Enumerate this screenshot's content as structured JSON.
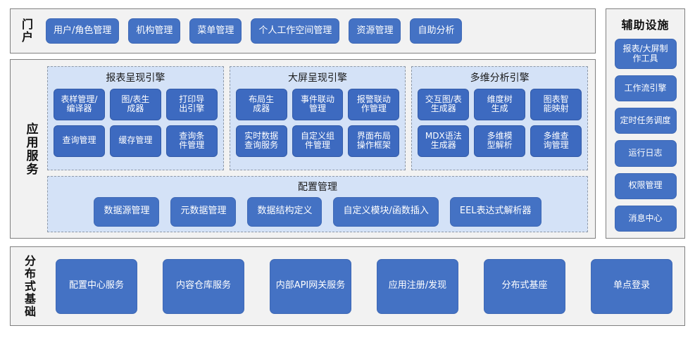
{
  "portal": {
    "label": "门户",
    "items": [
      "用户/角色管理",
      "机构管理",
      "菜单管理",
      "个人工作空间管理",
      "资源管理",
      "自助分析"
    ]
  },
  "aux": {
    "title": "辅助设施",
    "items": [
      "报表/大屏制\n作工具",
      "工作流引擎",
      "定时任务调度",
      "运行日志",
      "权限管理",
      "消息中心"
    ]
  },
  "app_service": {
    "label": "应用服务",
    "engines": [
      {
        "title": "报表呈现引擎",
        "items": [
          "表样管理/\n编译器",
          "图/表生\n成器",
          "打印导\n出引擎",
          "查询管理",
          "缓存管理",
          "查询条\n件管理"
        ]
      },
      {
        "title": "大屏呈现引擎",
        "items": [
          "布局生\n成器",
          "事件联动\n管理",
          "报警联动\n作管理",
          "实时数据\n查询服务",
          "自定义组\n件管理",
          "界面布局\n操作框架"
        ]
      },
      {
        "title": "多维分析引擎",
        "items": [
          "交互图/表\n生成器",
          "维度树\n生成",
          "图表智\n能映射",
          "MDX语法\n生成器",
          "多维模\n型解析",
          "多维查\n询管理"
        ]
      }
    ],
    "config": {
      "title": "配置管理",
      "items": [
        "数据源管理",
        "元数据管理",
        "数据结构定义",
        "自定义模块/函数插入",
        "EEL表达式解析器"
      ]
    }
  },
  "infrastructure": {
    "label": "分布式基础",
    "items": [
      "配置中心服务",
      "内容仓库服务",
      "内部API网关服务",
      "应用注册/发现",
      "分布式基座",
      "单点登录"
    ]
  },
  "colors": {
    "button_blue": "#4472C4",
    "inner_button_blue": "#3D6AC0",
    "panel_light_blue": "#D4E2F7",
    "band_gray": "#F2F2F2",
    "band_border": "#808080",
    "dashed_border": "#8E99A8",
    "text_dark": "#111111",
    "button_text": "#FFFFFF"
  }
}
